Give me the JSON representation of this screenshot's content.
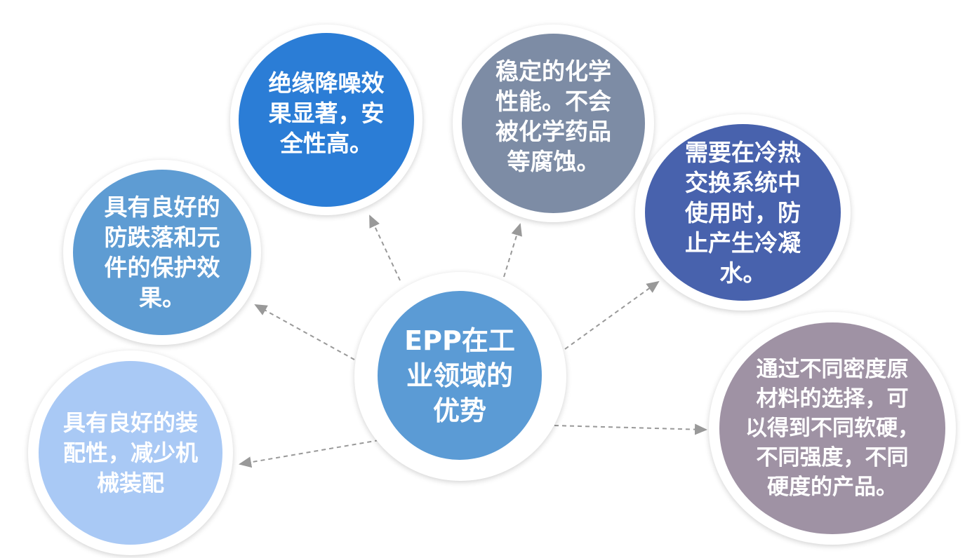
{
  "center": {
    "text": "EPP在工业领域的优势",
    "lines": [
      "EPP在工",
      "业领域的",
      "优势"
    ],
    "color": "#5B9BD5"
  },
  "nodes": [
    {
      "id": "insulation",
      "lines": [
        "绝缘降噪效",
        "果显著，安",
        "全性高。"
      ],
      "color": "#2B7DD6"
    },
    {
      "id": "chemical",
      "lines": [
        "稳定的化学",
        "性能。不会",
        "被化学药品",
        "等腐蚀。"
      ],
      "color": "#7D8CA5"
    },
    {
      "id": "condensation",
      "lines": [
        "需要在冷热",
        "交换系统中",
        "使用时，防",
        "止产生冷凝",
        "水。"
      ],
      "color": "#4862AD"
    },
    {
      "id": "density",
      "lines": [
        "通过不同密度原",
        "材料的选择，可",
        "以得到不同软硬，",
        "不同强度，不同",
        "硬度的产品。"
      ],
      "color": "#9F92A4"
    },
    {
      "id": "protection",
      "lines": [
        "具有良好的",
        "防跌落和元",
        "件的保护效",
        "果。"
      ],
      "color": "#5E9CD3"
    },
    {
      "id": "assembly",
      "lines": [
        "具有良好的装",
        "配性，减少机",
        "械装配"
      ],
      "color": "#A9C9F5"
    }
  ],
  "arrow_color": "#A0A0A0"
}
